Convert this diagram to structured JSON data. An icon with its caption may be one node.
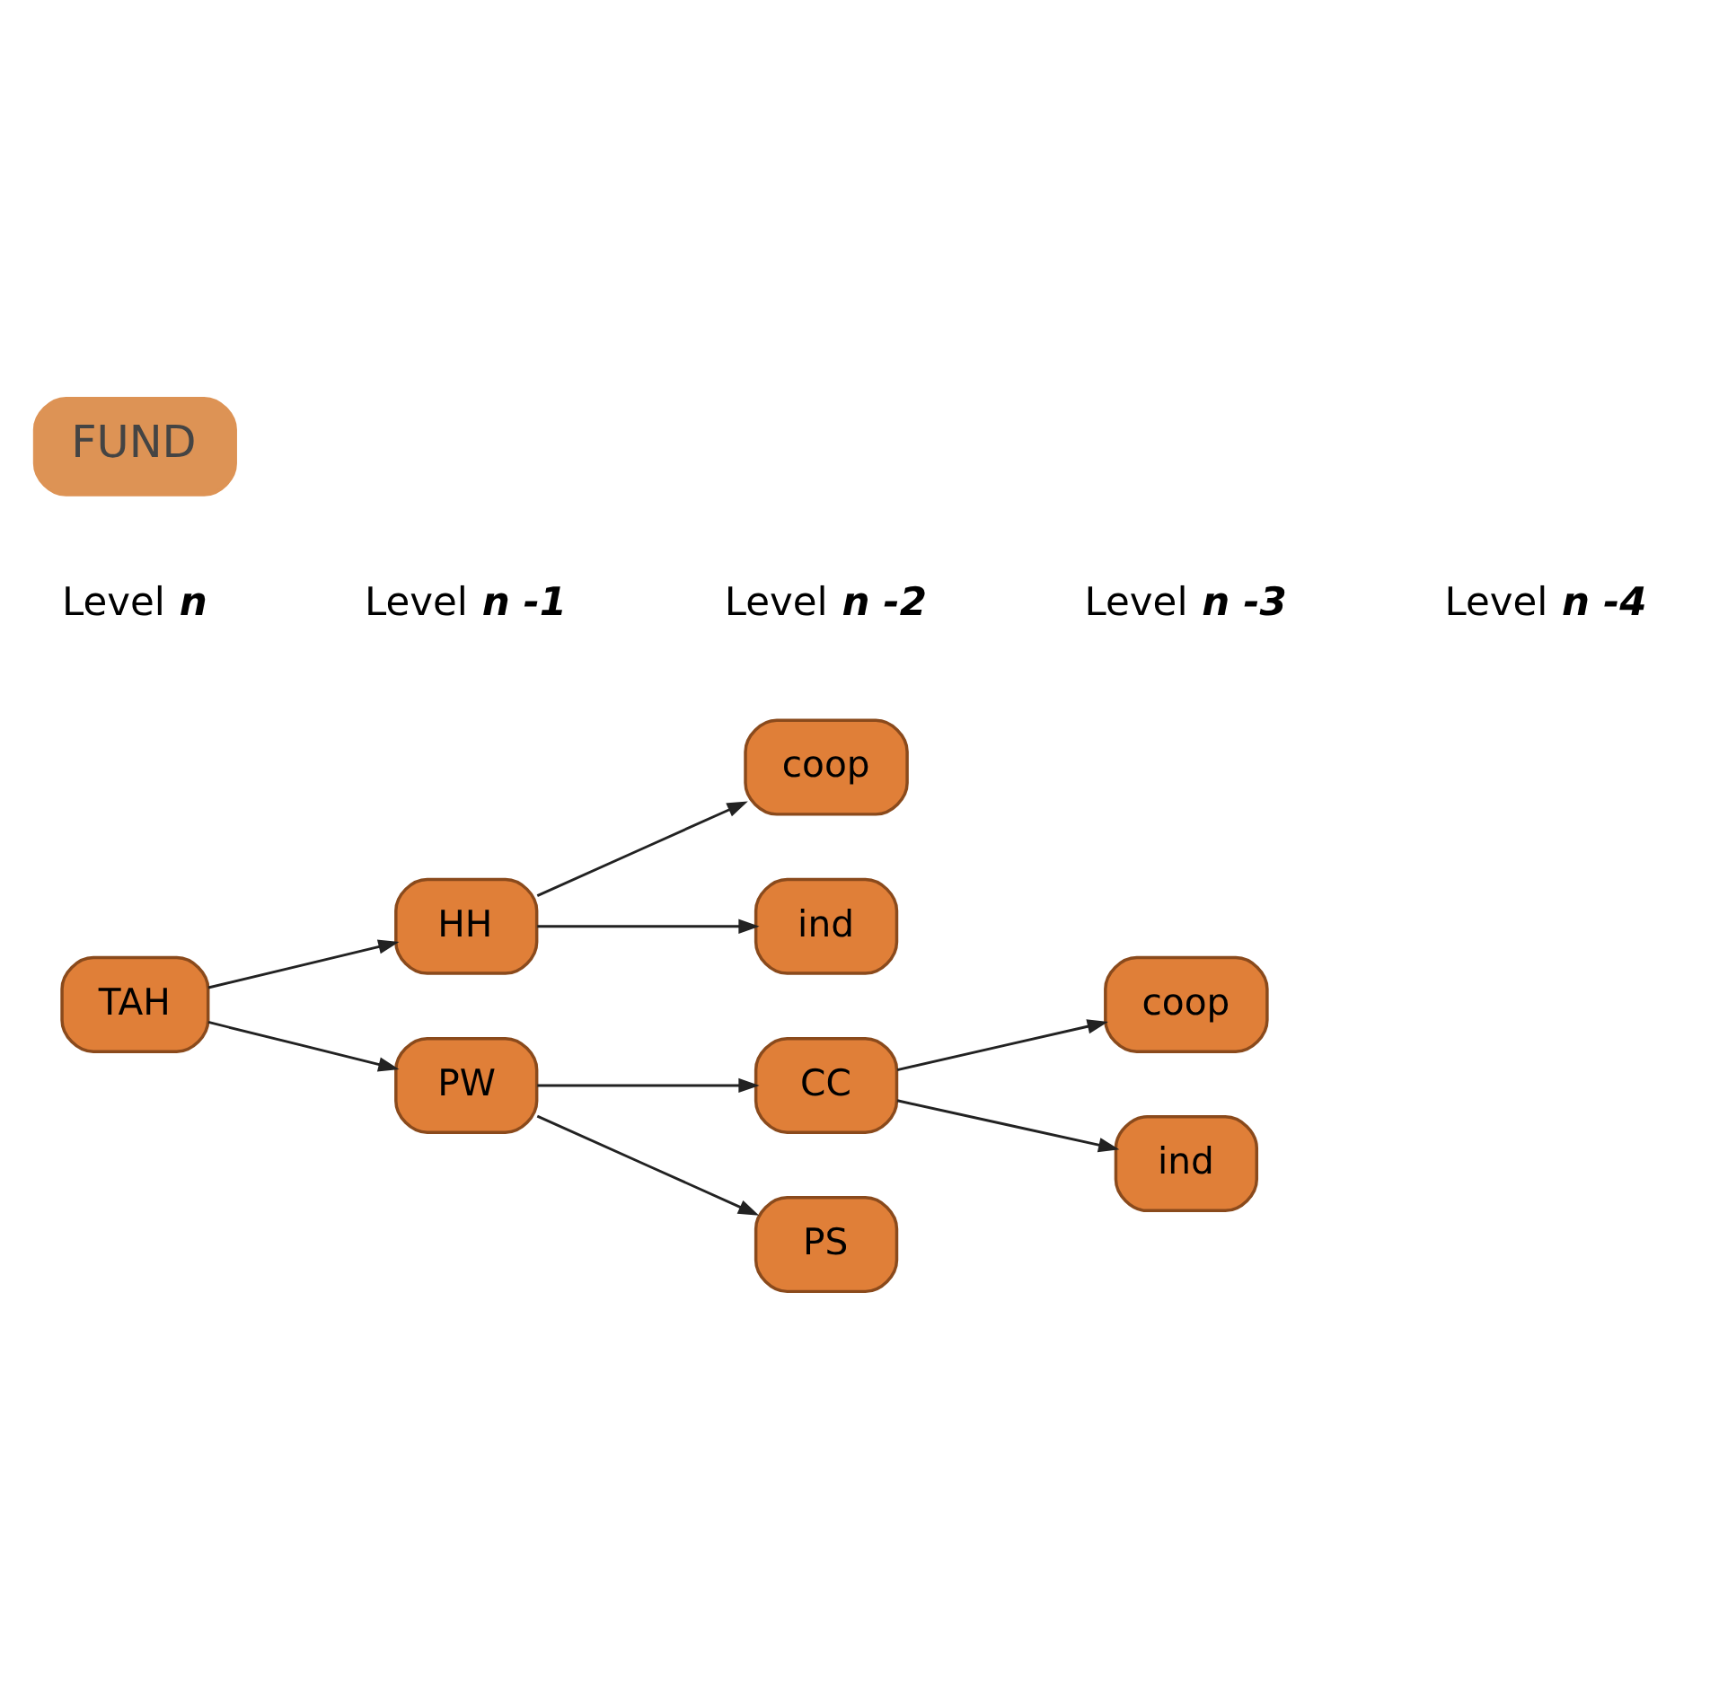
{
  "diagram": {
    "nodes": [
      {
        "text": [
          "TAH"
        ]
      },
      {
        "text": [
          "HH"
        ]
      },
      {
        "text": [
          "coop"
        ]
      },
      {
        "text": [
          "ind"
        ]
      },
      {
        "text": [
          "PW"
        ]
      },
      {
        "text": [
          "CC"
        ]
      },
      {
        "text": [
          "coop"
        ]
      },
      {
        "text": [
          "ind"
        ]
      },
      {
        "text": [
          "PS"
        ]
      },
      {
        "text": [
          "FUND"
        ]
      }
    ],
    "edges": [
      {
        "from": 0,
        "to": 1,
        "arrow": "to"
      },
      {
        "from": 1,
        "to": 2,
        "arrow": "to"
      },
      {
        "from": 1,
        "to": 3,
        "arrow": "to"
      },
      {
        "from": 0,
        "to": 4,
        "arrow": "to"
      },
      {
        "from": 4,
        "to": 5,
        "arrow": "to"
      },
      {
        "from": 5,
        "to": 6,
        "arrow": "to"
      },
      {
        "from": 5,
        "to": 7,
        "arrow": "to"
      },
      {
        "from": 4,
        "to": 8,
        "arrow": "to"
      }
    ],
    "labels": [
      "Level **n**",
      "Level **n -1**",
      "Level **n -2**",
      "Level **n -3**",
      "Level **n -4**"
    ]
  }
}
